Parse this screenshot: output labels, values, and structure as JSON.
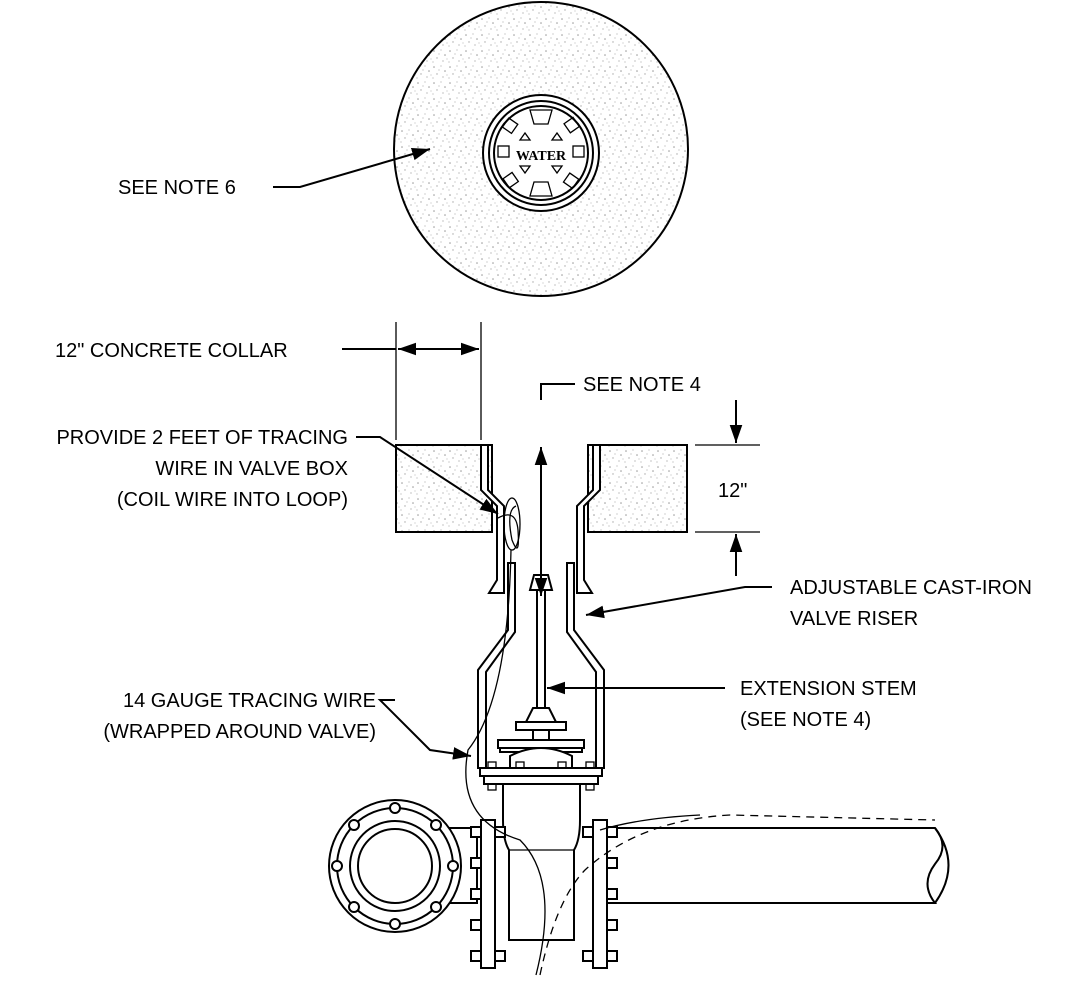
{
  "callouts": {
    "see_note_6": "SEE NOTE 6",
    "concrete_collar": "12\" CONCRETE COLLAR",
    "see_note_4": "SEE NOTE 4",
    "tracing_wire_1": "PROVIDE 2 FEET OF TRACING",
    "tracing_wire_2": "WIRE IN VALVE BOX",
    "tracing_wire_3": "(COIL WIRE INTO LOOP)",
    "dimension_12": "12\"",
    "riser_1": "ADJUSTABLE CAST-IRON",
    "riser_2": "VALVE RISER",
    "stem_1": "EXTENSION STEM",
    "stem_2": "(SEE NOTE 4)",
    "gauge_1": "14 GAUGE TRACING WIRE",
    "gauge_2": "(WRAPPED AROUND VALVE)"
  },
  "lid": {
    "text": "WATER"
  },
  "colors": {
    "line": "#000000",
    "speckle": "#9a9a9a",
    "background": "#ffffff"
  }
}
